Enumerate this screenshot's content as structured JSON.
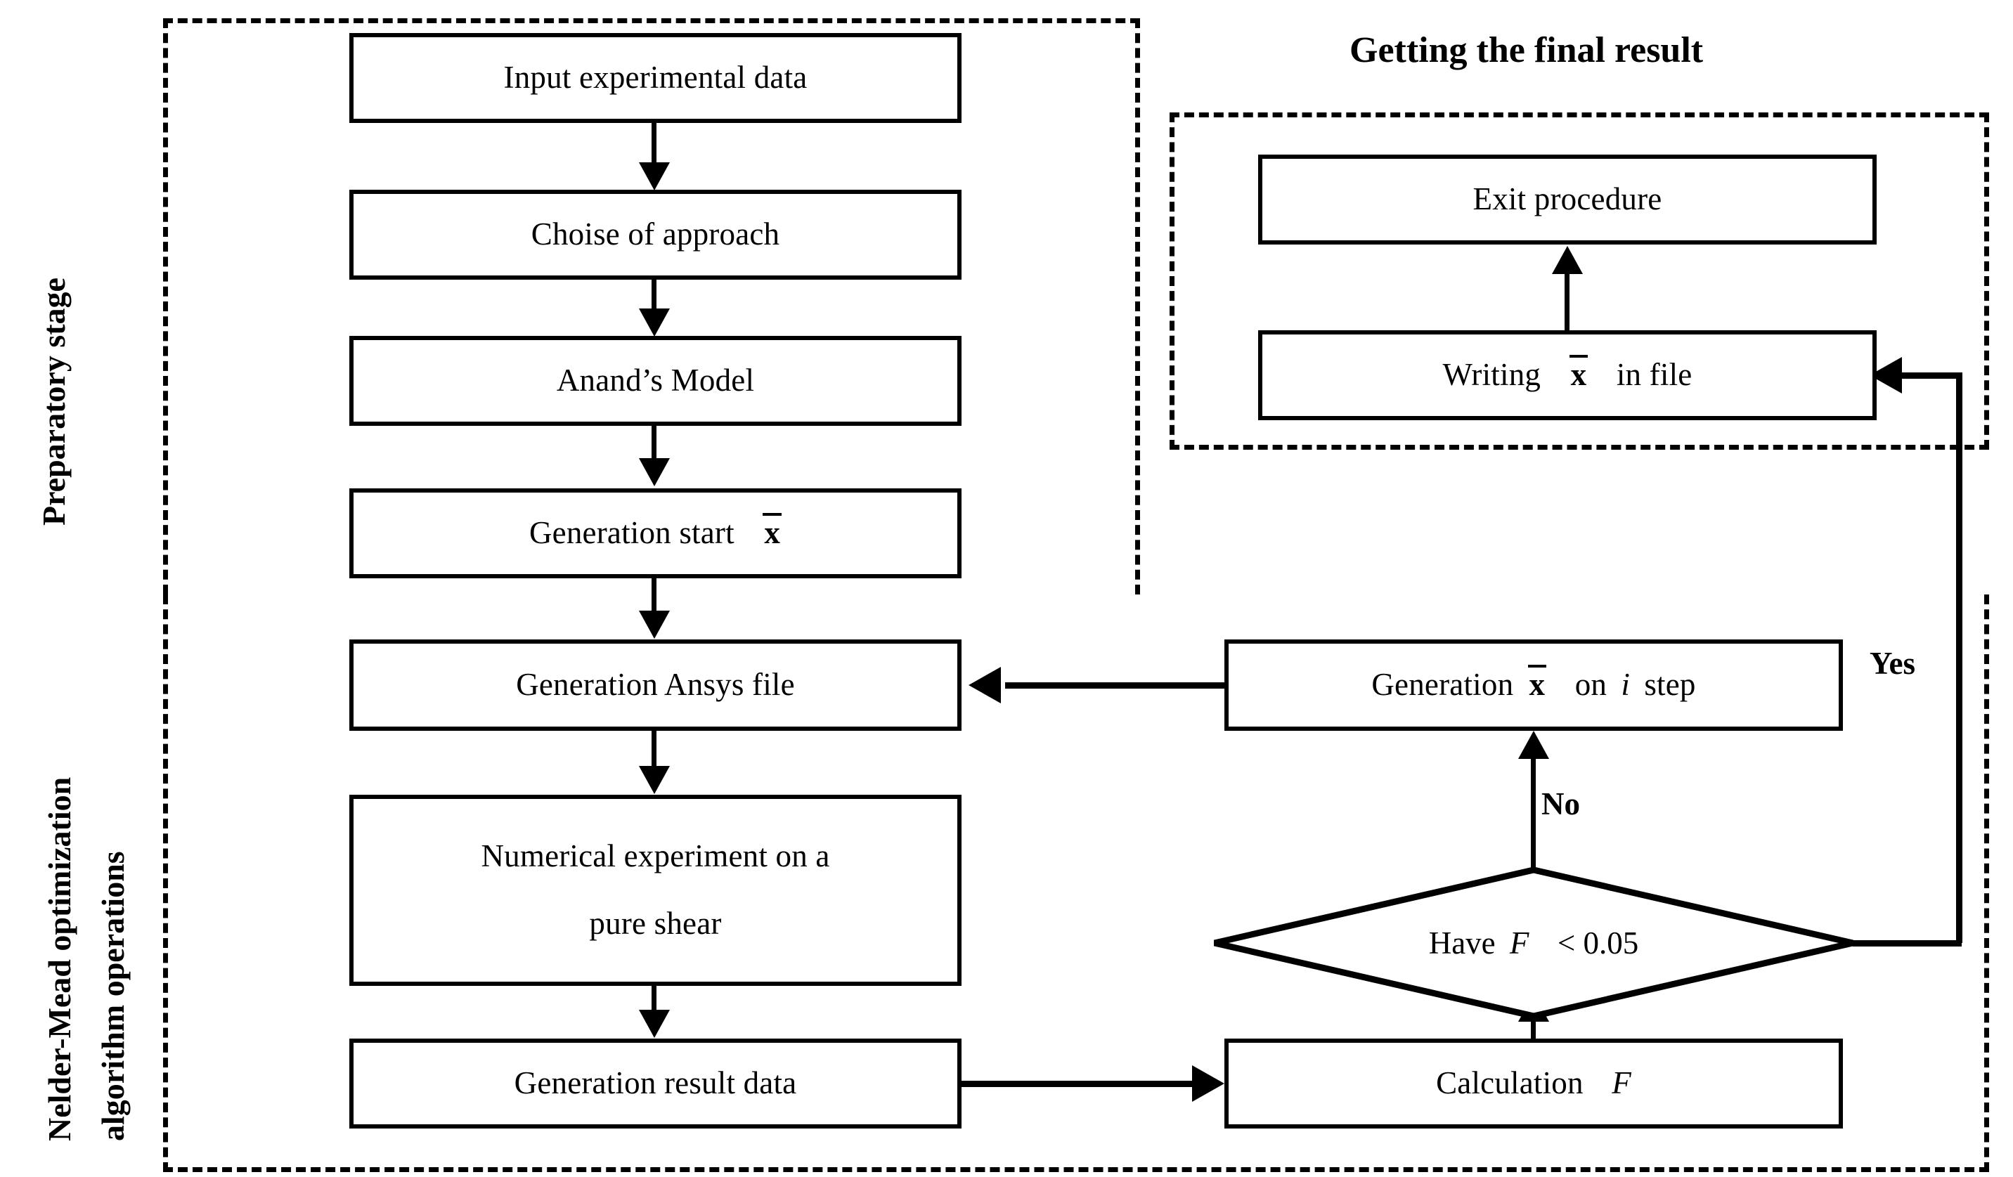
{
  "diagram": {
    "title": "Getting the final result",
    "side_labels": {
      "preparatory": "Preparatory stage",
      "nelder_line1": "Nelder-Mead optimization",
      "nelder_line2": "algorithm operations"
    },
    "nodes": {
      "input_data": "Input experimental data",
      "choice_approach": "Choise of approach",
      "anands_model": "Anand’s Model",
      "generation_start_prefix": "Generation start",
      "generation_start_var": "x",
      "generation_ansys": "Generation Ansys file",
      "numerical_experiment_line1": "Numerical experiment on a",
      "numerical_experiment_line2": "pure shear",
      "generation_result": "Generation result data",
      "calculation_prefix": "Calculation",
      "calculation_var": "F",
      "generation_step_prefix": "Generation",
      "generation_step_var": "x",
      "generation_step_mid": "on",
      "generation_step_index": "i",
      "generation_step_suffix": "step",
      "exit_procedure": "Exit procedure",
      "writing_prefix": "Writing",
      "writing_var": "x",
      "writing_suffix": "in file"
    },
    "decision": {
      "prefix": "Have",
      "var": "F",
      "condition": "< 0.05"
    },
    "edge_labels": {
      "yes": "Yes",
      "no": "No"
    },
    "colors": {
      "stroke": "#000000",
      "fill": "#ffffff",
      "text": "#000000"
    }
  }
}
